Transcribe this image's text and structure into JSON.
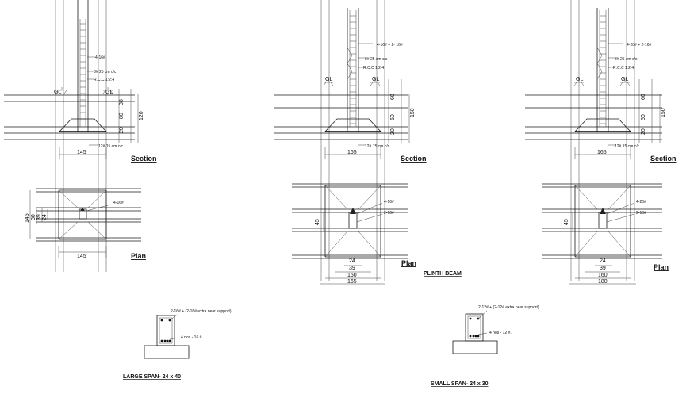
{
  "footings": [
    {
      "id": "left",
      "bar_top": "4-16#",
      "ties": "8# 25 cm c/c",
      "rcc": "R.C.C 1:2:4",
      "gl_left": "GL",
      "gl_right": "GL",
      "base_bars": "12# 15 cm c/c",
      "dims_v": [
        "38",
        "80",
        "20",
        "120"
      ],
      "width": "145",
      "section_label": "Section",
      "plan_label": "Plan",
      "plan_bars": "4-16#",
      "plan_dims_v": [
        "145",
        "30",
        "39",
        "24"
      ],
      "plan_width": "145"
    },
    {
      "id": "middle",
      "bar_top": "4-16# + 2- 16#",
      "ties": "8# 25 cm c/c",
      "rcc": "R.C.C 1:2:4",
      "gl": "GL",
      "base_bars": "12# 15 cm c/c",
      "dims_v": [
        "60",
        "50",
        "20",
        "150"
      ],
      "width": "165",
      "section_label": "Section",
      "plan_label": "Plan",
      "plan_bars_1": "4-16#",
      "plan_bars_2": "2-16#",
      "plan_dim_side": "45",
      "plan_dims_h": [
        "24",
        "39",
        "150",
        "165"
      ],
      "plinth_beam_label": "PLINTH BEAM"
    },
    {
      "id": "right",
      "bar_top": "4-20# + 2-16#",
      "ties": "8# 25 cm c/c",
      "rcc": "R.C.C 1:2:4",
      "gl": "GL",
      "base_bars": "12# 15 cm c/c",
      "dims_v": [
        "60",
        "50",
        "20",
        "150"
      ],
      "width": "165",
      "section_label": "Section",
      "plan_label": "Plan",
      "plan_bars_1": "4-20#",
      "plan_bars_2": "2-16#",
      "plan_dim_side": "45",
      "plan_dims_h": [
        "24",
        "39",
        "160",
        "180"
      ]
    }
  ],
  "beams": [
    {
      "id": "large",
      "top_bars": "2-16# + (2-16# extra near support)",
      "bottom_bars": "4 nos - 16 #.",
      "title": "LARGE SPAN- 24 x 40"
    },
    {
      "id": "small",
      "top_bars": "2-12# + (2-12# extra near support)",
      "bottom_bars": "4 nos - 12 #.",
      "title": "SMALL SPAN- 24 x 30"
    }
  ]
}
